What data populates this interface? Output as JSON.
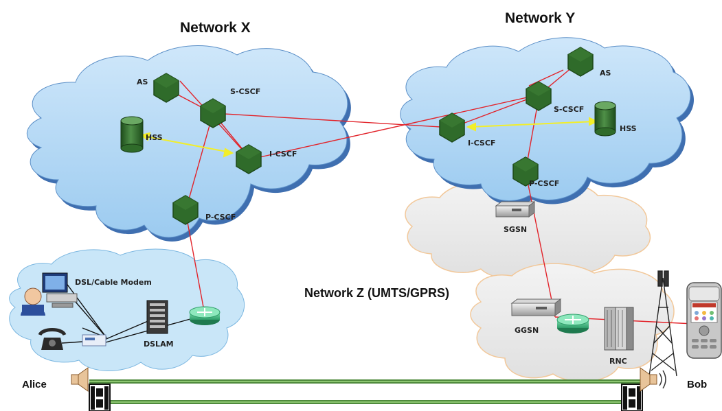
{
  "networks": {
    "x": {
      "title": "Network X"
    },
    "y": {
      "title": "Network Y"
    },
    "z": {
      "title": "Network Z (UMTS/GPRS)"
    }
  },
  "nodes": {
    "x_as": "AS",
    "x_scscf": "S-CSCF",
    "x_hss": "HSS",
    "x_icscf": "I-CSCF",
    "x_pcscf": "P-CSCF",
    "y_as": "AS",
    "y_scscf": "S-CSCF",
    "y_hss": "HSS",
    "y_icscf": "I-CSCF",
    "y_pcscf": "P-CSCF",
    "z_sgsn": "SGSN",
    "z_ggsn": "GGSN",
    "z_rnc": "RNC",
    "dslam": "DSLAM",
    "modem": "DSL/Cable Modem"
  },
  "endpoints": {
    "alice": "Alice",
    "bob": "Bob"
  },
  "colors": {
    "cloud_blue": "#a8d3f4",
    "cloud_gray": "#eaeaea",
    "hex_green": "#2f6b2a",
    "signal_line": "#e2232a",
    "hss_link": "#f2ee2a",
    "media_path": "#4f8a3c"
  }
}
